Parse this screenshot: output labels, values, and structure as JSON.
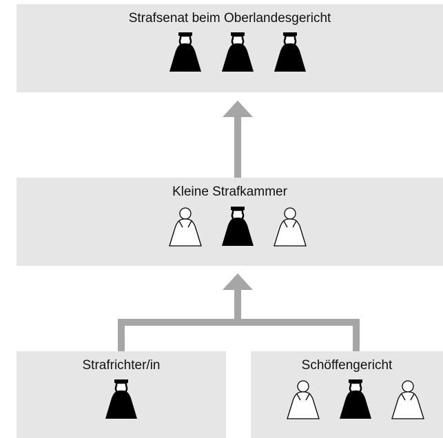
{
  "courts": {
    "olg": {
      "title": "Strafsenat beim Oberlandesgericht",
      "judges": [
        "professional",
        "professional",
        "professional"
      ]
    },
    "kleine": {
      "title": "Kleine Strafkammer",
      "judges": [
        "lay",
        "professional",
        "lay"
      ]
    },
    "richter": {
      "title": "Strafrichter/in",
      "judges": [
        "professional"
      ]
    },
    "schoeffen": {
      "title": "Schöffengericht",
      "judges": [
        "lay",
        "professional",
        "lay"
      ]
    }
  },
  "colors": {
    "box_fill": "#e6e6e6",
    "arrow": "#a6a6a6",
    "professional_judge": "#000000",
    "lay_judge": "#ffffff"
  }
}
